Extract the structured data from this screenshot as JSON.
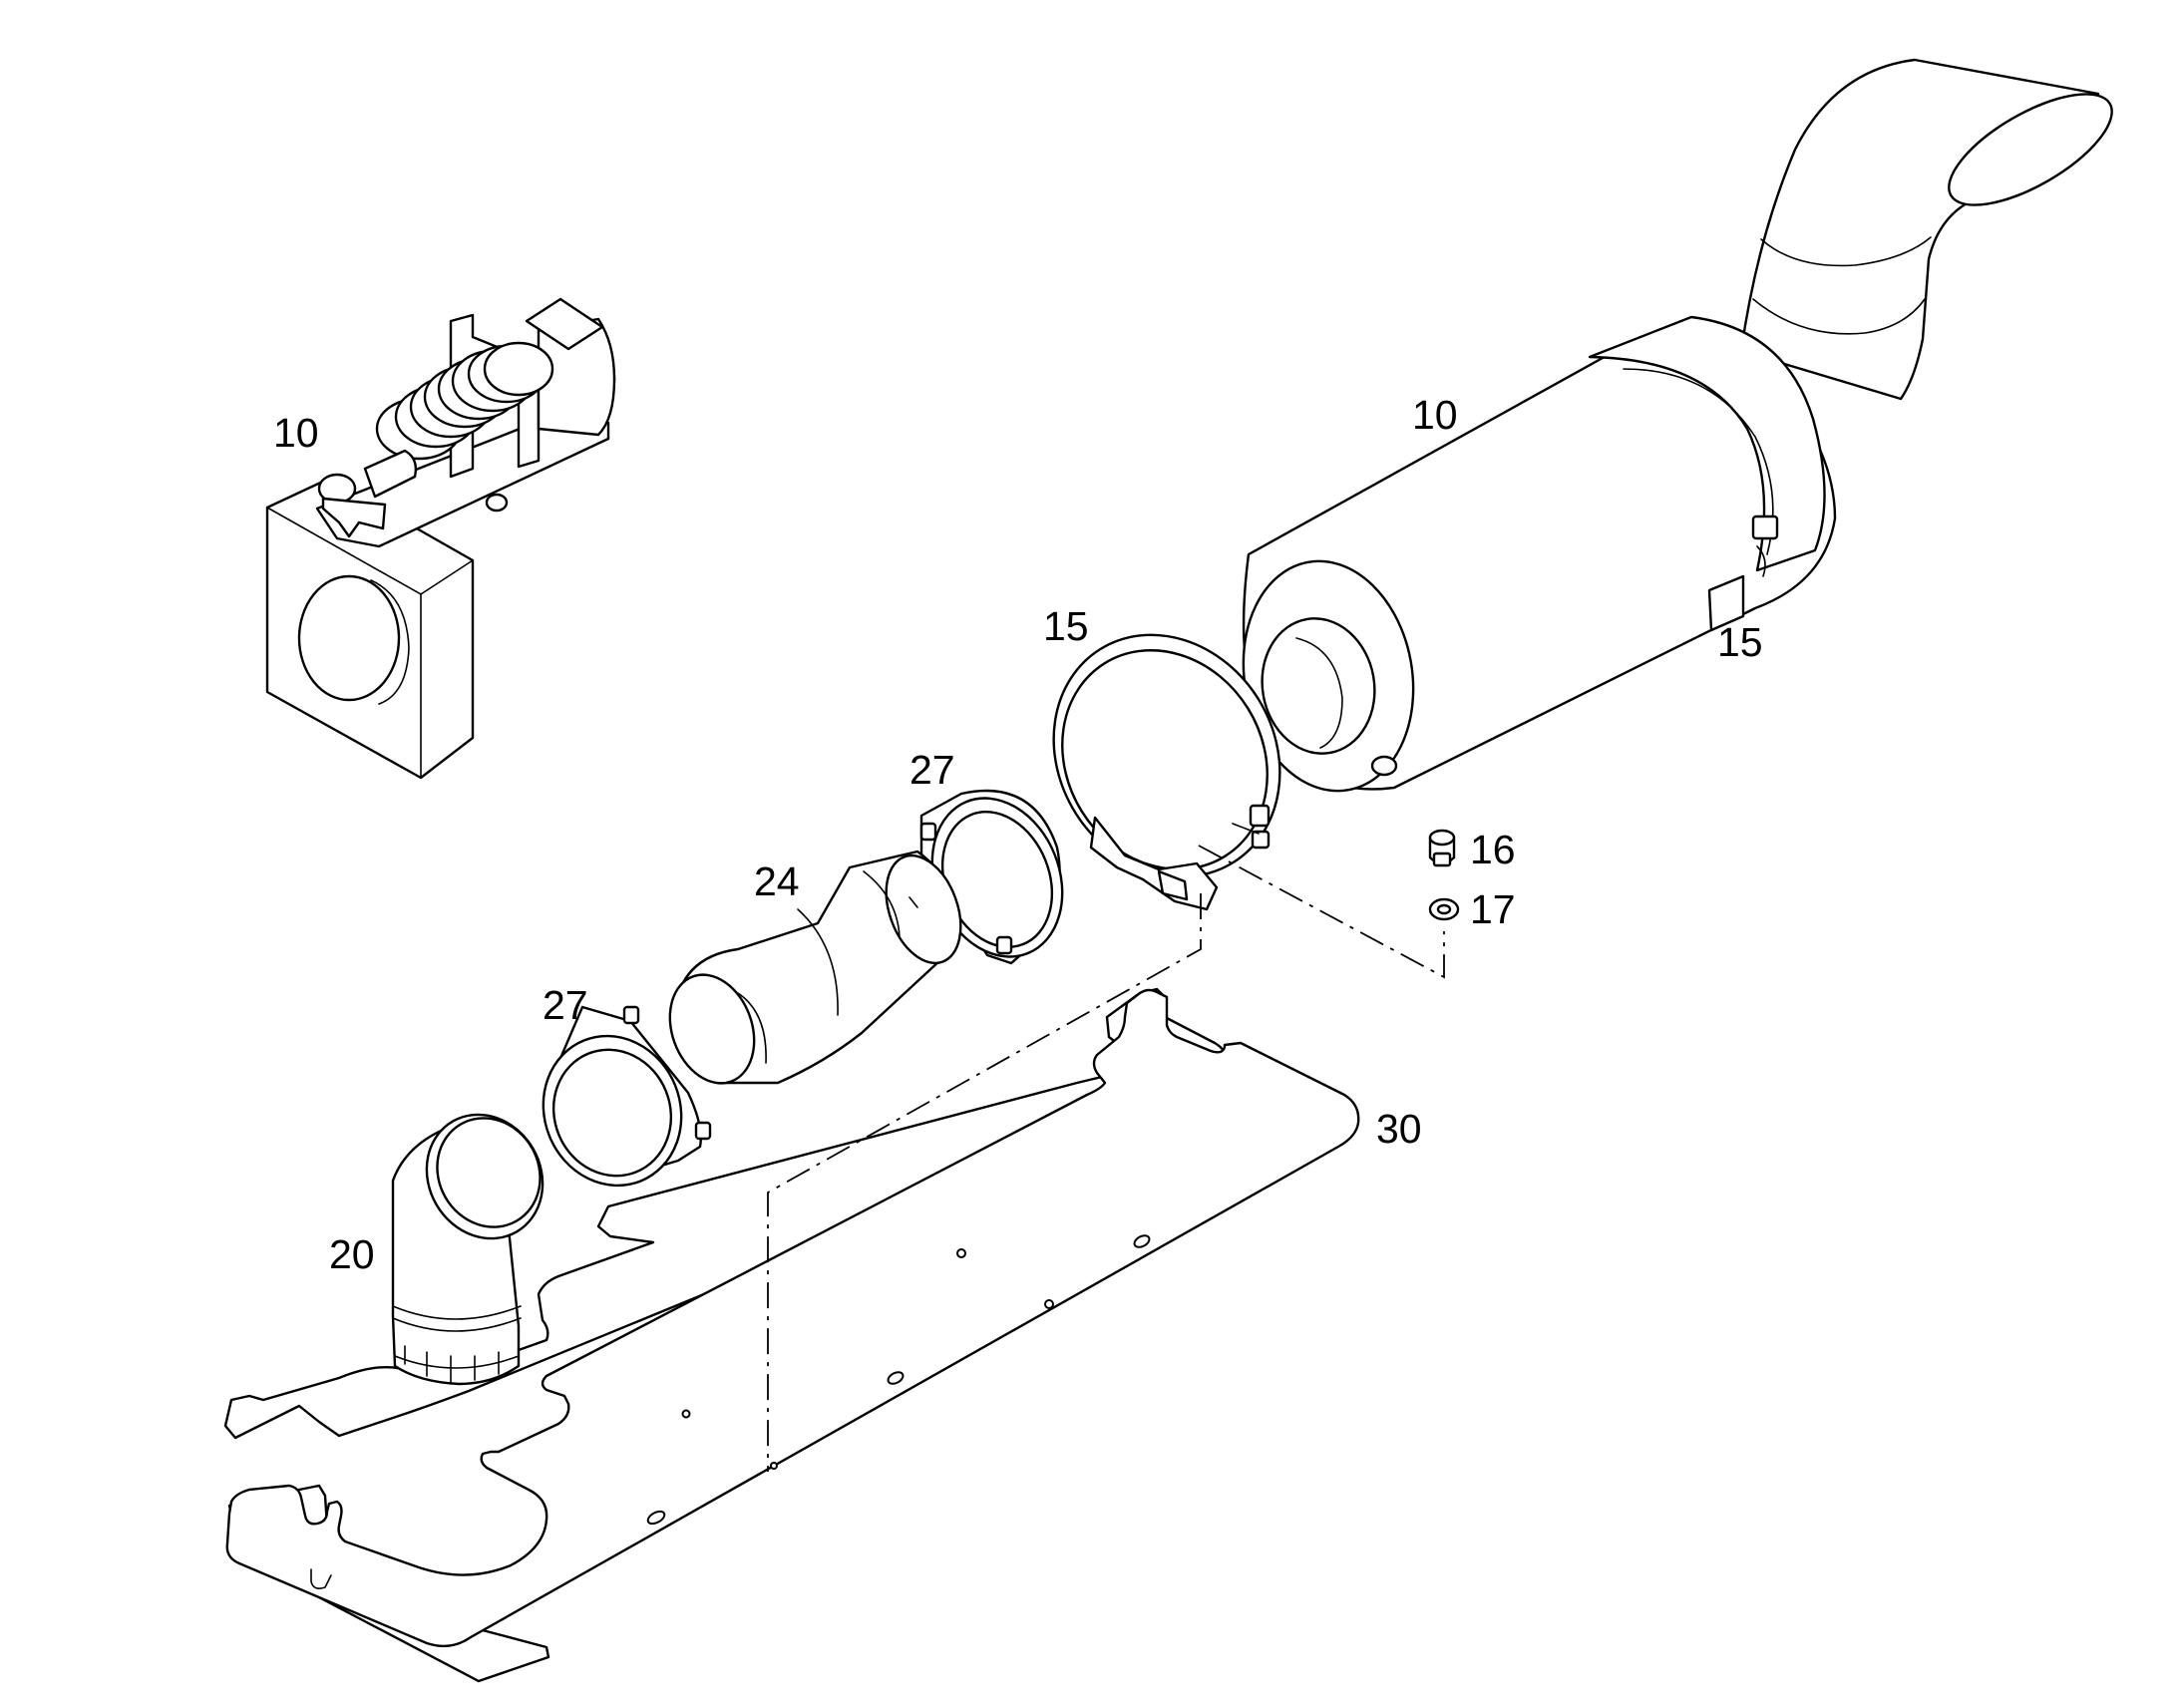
{
  "figure": {
    "background": "#ffffff",
    "line_color": "#000000",
    "parts": [
      {
        "id": "heater-unit",
        "callout": "10"
      },
      {
        "id": "muffler",
        "callout": "10"
      },
      {
        "id": "clamp-large",
        "callout": "15"
      },
      {
        "id": "clamp-on-muffler",
        "callout": "15"
      },
      {
        "id": "screw",
        "callout": "16"
      },
      {
        "id": "washer",
        "callout": "17"
      },
      {
        "id": "elbow-pipe",
        "callout": "20"
      },
      {
        "id": "flex-pipe",
        "callout": "24"
      },
      {
        "id": "pipe-clamp-upper",
        "callout": "27"
      },
      {
        "id": "pipe-clamp-lower",
        "callout": "27"
      },
      {
        "id": "mounting-plate",
        "callout": "30"
      }
    ]
  }
}
